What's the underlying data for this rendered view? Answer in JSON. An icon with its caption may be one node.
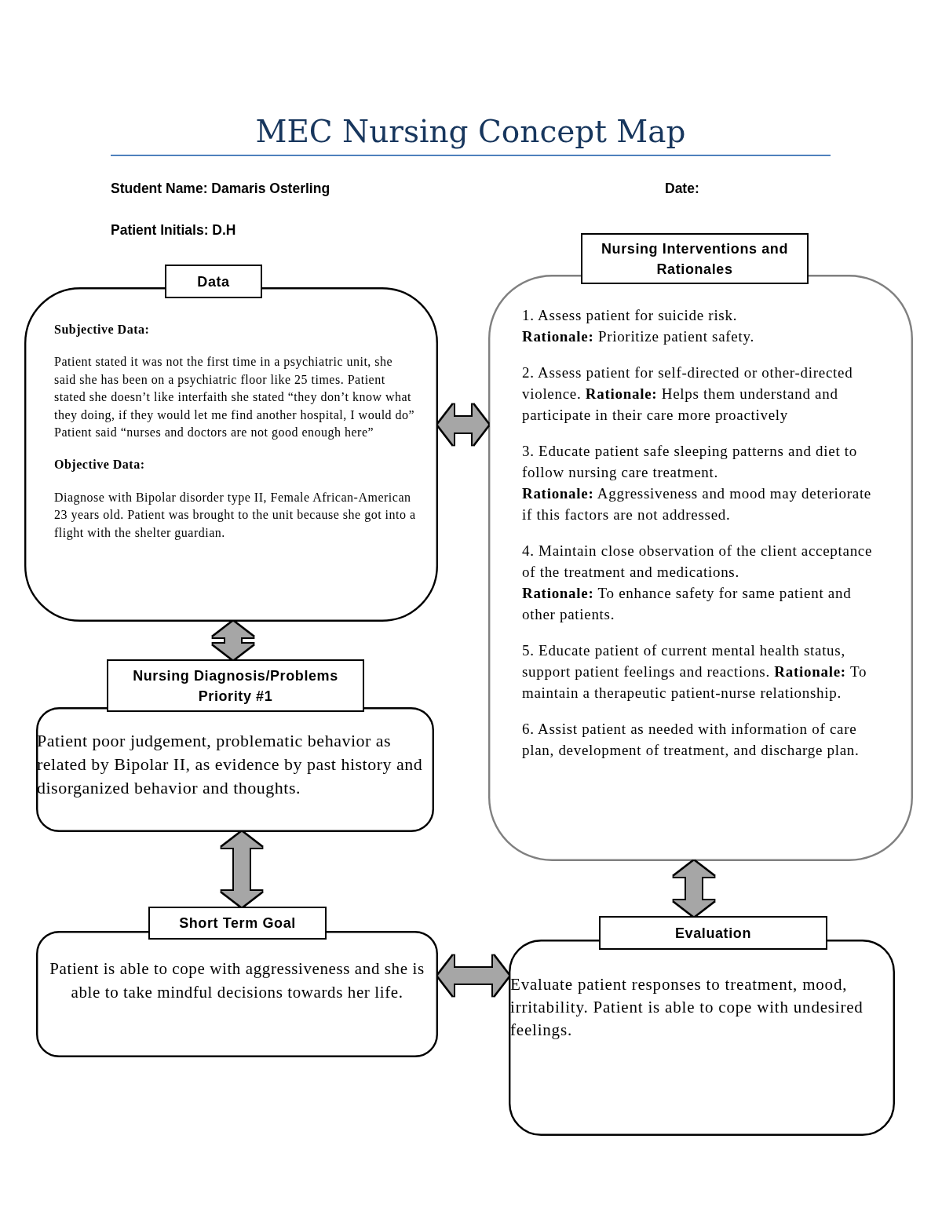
{
  "diagram": {
    "title": "MEC Nursing Concept Map",
    "nodes": [
      {
        "text": [
          "Data",
          "Subjective Data:",
          "Patient stated it was not the first time in a psychiatric unit, she said she has been on a psychiatric floor like 25 times. Patient stated she doesn’t like interfaith she stated “they don’t know what they doing, if they would let me find another hospital, I would do” Patient said “nurses and doctors are not good enough here”",
          "Objective Data:",
          "Diagnose with Bipolar disorder type II, Female African-American 23 years old. Patient was brought to the unit because she got into a flight with the shelter guardian."
        ]
      },
      {
        "text": [
          "Nursing Interventions and Rationales",
          "1. Assess patient for suicide risk.",
          "**Rationale:** Prioritize patient safety.",
          "2. Assess patient for self-directed or other-directed violence. **Rationale:** Helps them understand and participate in their care more proactively",
          "3. Educate patient safe sleeping patterns and diet to follow nursing care treatment.",
          "**Rationale:** Aggressiveness and mood may deteriorate if this factors are not addressed.",
          "4. Maintain close observation of the client acceptance of the treatment and medications.",
          "**Rationale:** To enhance safety for same patient and other patients.",
          "5. Educate patient of current mental health status, support patient feelings and reactions. **Rationale:** To maintain a therapeutic patient-nurse relationship.",
          "6. Assist patient as needed with information of care plan, development of treatment, and discharge plan."
        ]
      },
      {
        "text": [
          "Nursing Diagnosis/Problems Priority #1",
          "Patient poor judgement, problematic behavior as related by Bipolar II, as evidence by past history and disorganized behavior and thoughts."
        ]
      },
      {
        "text": [
          "Short Term Goal",
          "Patient is able to cope with aggressiveness and she is able to take mindful decisions towards her life."
        ]
      },
      {
        "text": [
          "Evaluation",
          "Evaluate patient responses to treatment, mood, irritability. Patient is able to cope with undesired feelings."
        ]
      }
    ],
    "edges": [
      {
        "from": 0,
        "to": 1,
        "arrow": "both"
      },
      {
        "from": 0,
        "to": 2,
        "arrow": "both"
      },
      {
        "from": 2,
        "to": 3,
        "arrow": "both"
      },
      {
        "from": 1,
        "to": 4,
        "arrow": "both"
      },
      {
        "from": 3,
        "to": 4,
        "arrow": "both"
      }
    ],
    "labels": [
      "Student Name: Damaris Osterling",
      "Date:",
      "Patient Initials: D.H"
    ]
  }
}
